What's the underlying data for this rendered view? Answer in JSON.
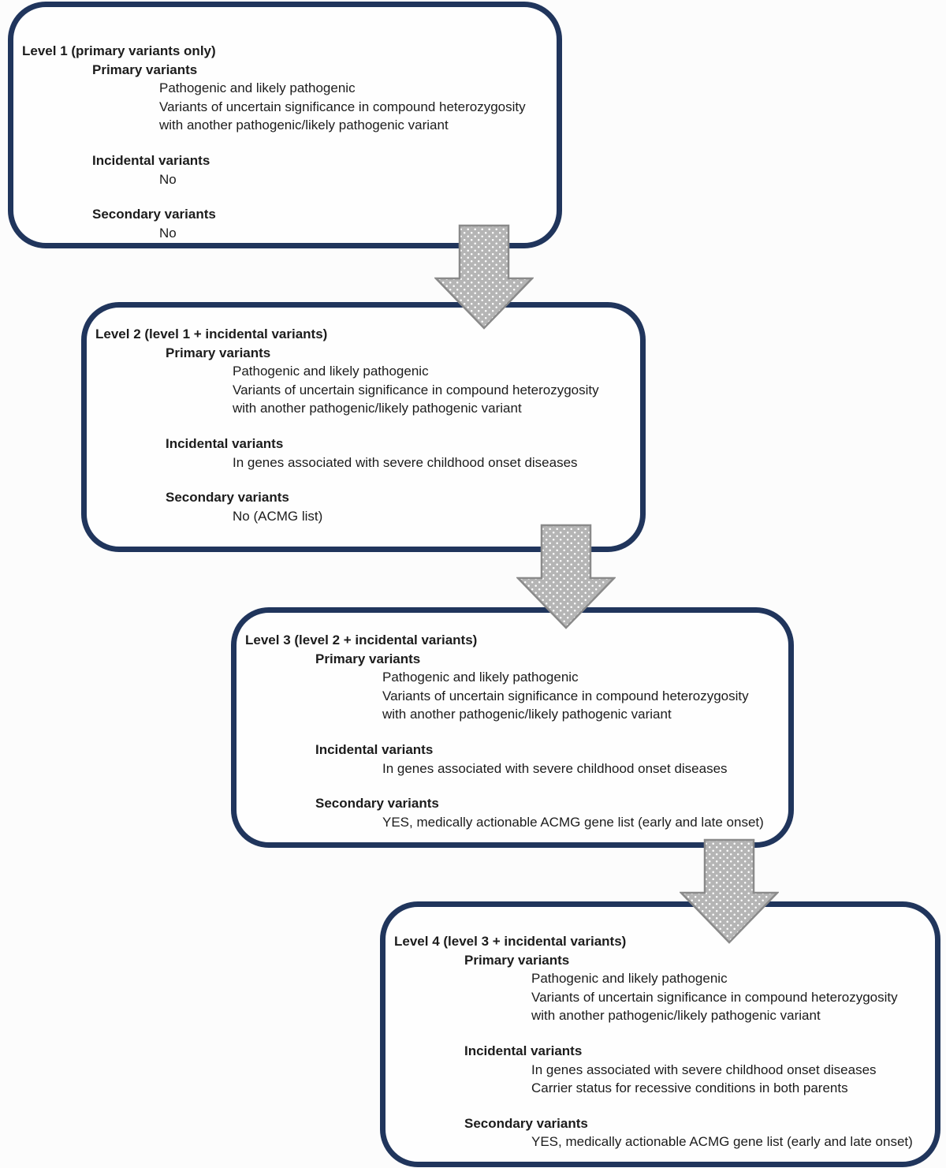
{
  "colors": {
    "page_background": "#fcfcfc",
    "box_fill": "#fefefe",
    "box_border": "#20355c",
    "text": "#1c1c1c",
    "arrow_fill": "#b5b5b5",
    "arrow_outline": "#8a8a8a",
    "arrow_dots": "#ffffff"
  },
  "flowchart": {
    "boxes": [
      {
        "title": "Level 1 (primary variants only)",
        "sections": [
          {
            "heading": "Primary variants",
            "lines": [
              "Pathogenic and likely pathogenic",
              "Variants of uncertain significance in compound heterozygosity",
              "with another pathogenic/likely pathogenic variant"
            ]
          },
          {
            "heading": "Incidental variants",
            "lines": [
              "No"
            ]
          },
          {
            "heading": "Secondary variants",
            "lines": [
              "No"
            ]
          }
        ]
      },
      {
        "title": "Level 2 (level 1 + incidental variants)",
        "sections": [
          {
            "heading": "Primary variants",
            "lines": [
              "Pathogenic and likely pathogenic",
              "Variants of uncertain significance in compound heterozygosity",
              "with another pathogenic/likely pathogenic variant"
            ]
          },
          {
            "heading": "Incidental variants",
            "lines": [
              "In genes associated with severe childhood onset diseases"
            ]
          },
          {
            "heading": "Secondary variants",
            "lines": [
              "No (ACMG list)"
            ]
          }
        ]
      },
      {
        "title": "Level 3 (level 2 + incidental variants)",
        "sections": [
          {
            "heading": "Primary variants",
            "lines": [
              "Pathogenic and likely pathogenic",
              "Variants of uncertain significance in compound heterozygosity",
              "with another pathogenic/likely pathogenic variant"
            ]
          },
          {
            "heading": "Incidental variants",
            "lines": [
              "In genes associated with severe childhood onset diseases"
            ]
          },
          {
            "heading": "Secondary variants",
            "lines": [
              "YES, medically actionable ACMG gene list (early and late onset)"
            ]
          }
        ]
      },
      {
        "title": "Level 4 (level 3 + incidental variants)",
        "sections": [
          {
            "heading": "Primary variants",
            "lines": [
              "Pathogenic and likely pathogenic",
              "Variants of uncertain significance in compound heterozygosity",
              "with another pathogenic/likely pathogenic variant"
            ]
          },
          {
            "heading": "Incidental variants",
            "lines": [
              "In genes associated with severe childhood onset diseases",
              "Carrier status for recessive conditions in both parents"
            ]
          },
          {
            "heading": "Secondary variants",
            "lines": [
              "YES, medically actionable ACMG gene list (early and late onset)"
            ]
          }
        ]
      }
    ],
    "arrows": [
      {
        "name": "down-arrow-level-1-to-2",
        "direction": "down"
      },
      {
        "name": "down-arrow-level-2-to-3",
        "direction": "down"
      },
      {
        "name": "down-arrow-level-3-to-4",
        "direction": "down"
      }
    ]
  }
}
